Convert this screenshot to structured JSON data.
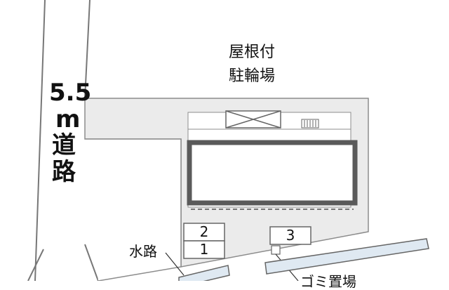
{
  "road": {
    "width_label": "5.5",
    "unit_label": "m",
    "name_char1": "道",
    "name_char2": "路"
  },
  "bike_parking": {
    "line1": "屋根付",
    "line2": "駐輪場"
  },
  "parking_spaces": [
    "2",
    "1",
    "3"
  ],
  "waterway": {
    "label": "水路"
  },
  "partial_label": "ゴミ置場",
  "colors": {
    "lot": "#ebebeb",
    "outline": "#8c8c8c",
    "building_border": "#5a5a5a",
    "waterway_fill": "#dfe9f2",
    "text": "#111111"
  }
}
